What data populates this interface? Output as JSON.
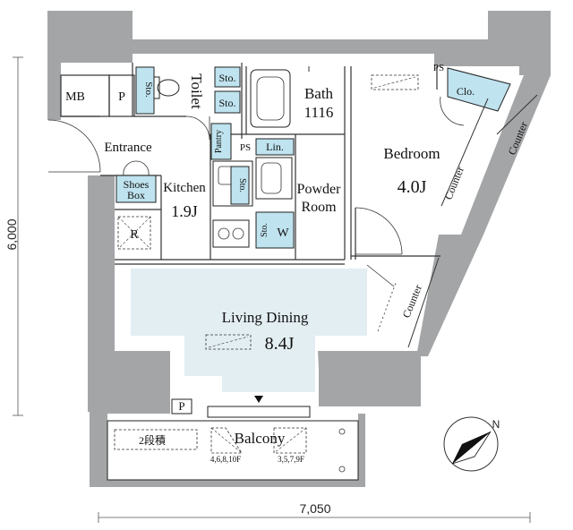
{
  "dimensions": {
    "height": "6,000",
    "width": "7,050"
  },
  "rooms": {
    "mb": "MB",
    "p_top": "P",
    "p_bottom": "P",
    "ps_mid": "PS",
    "ps_right": "PS",
    "toilet": "Toilet",
    "sto_toilet": "Sto.",
    "sto_a": "Sto.",
    "sto_b": "Sto.",
    "bath": "Bath",
    "bath_size": "1116",
    "pantry": "Pantry",
    "lin": "Lin.",
    "sto_kitchen": "Sto.",
    "sto_w_sto": "Sto.",
    "sto_w_w": "W",
    "powder1": "Powder",
    "powder2": "Room",
    "entrance": "Entrance",
    "shoes1": "Shoes",
    "shoes2": "Box",
    "kitchen": "Kitchen",
    "kitchen_size": "1.9J",
    "r": "R",
    "bedroom": "Bedroom",
    "bedroom_size": "4.0J",
    "clo": "Clo.",
    "counter1": "Counter",
    "counter2": "Counter",
    "counter3": "Counter",
    "living": "Living Dining",
    "living_size": "8.4J",
    "balcony": "Balcony",
    "two_tier": "2段積",
    "floors_left": "4,6,8,10F",
    "floors_right": "3,5,7,9F"
  },
  "compass": {
    "north": "N"
  },
  "colors": {
    "wall": "#a3a5a7",
    "living": "#e3eef3",
    "storage": "#bfe3ef"
  }
}
